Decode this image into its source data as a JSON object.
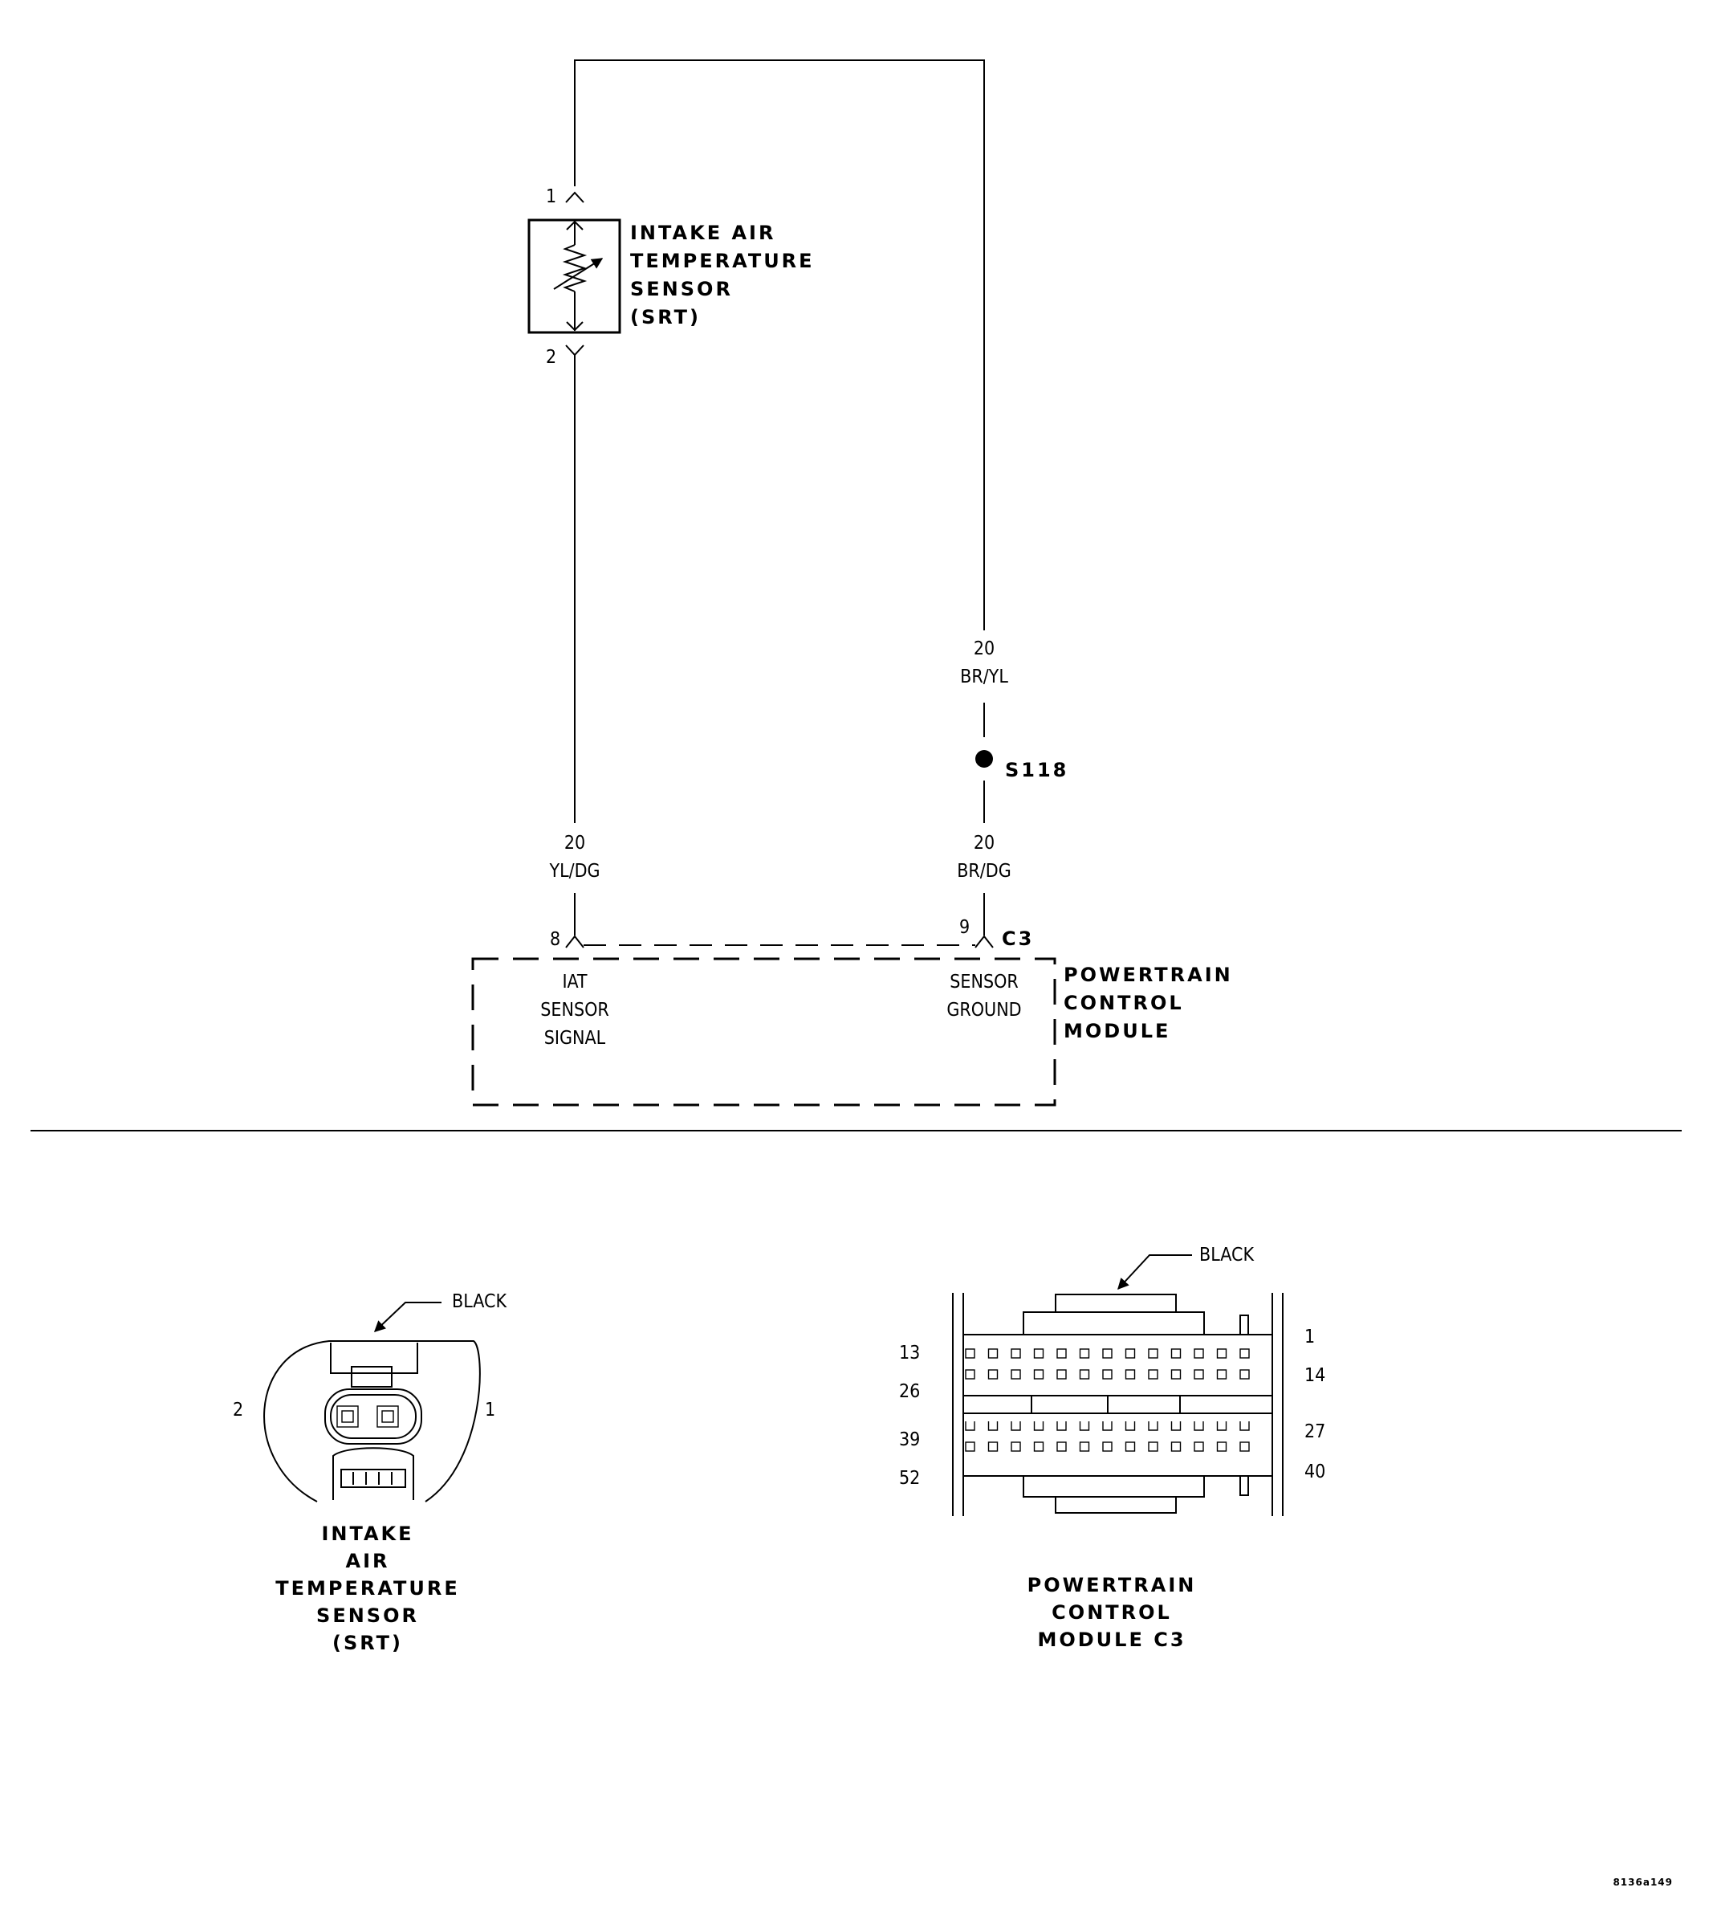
{
  "schematic": {
    "iat_sensor": {
      "title": [
        "INTAKE AIR",
        "TEMPERATURE",
        "SENSOR",
        "(SRT)"
      ],
      "pin_top": "1",
      "pin_bottom": "2"
    },
    "wire_signal": {
      "gauge": "20",
      "color": "YL/DG"
    },
    "wire_ground_upper": {
      "gauge": "20",
      "color": "BR/YL"
    },
    "wire_ground_lower": {
      "gauge": "20",
      "color": "BR/DG"
    },
    "splice": {
      "label": "S118"
    },
    "pcm": {
      "title": [
        "POWERTRAIN",
        "CONTROL",
        "MODULE"
      ],
      "connector": "C3",
      "pin_signal": "8",
      "pin_ground": "9",
      "signal_label": [
        "IAT",
        "SENSOR",
        "SIGNAL"
      ],
      "ground_label": [
        "SENSOR",
        "GROUND"
      ]
    }
  },
  "connector_views": {
    "iat": {
      "color_label": "BLACK",
      "pin_left": "2",
      "pin_right": "1",
      "caption": [
        "INTAKE",
        "AIR",
        "TEMPERATURE",
        "SENSOR",
        "(SRT)"
      ]
    },
    "pcm_c3": {
      "color_label": "BLACK",
      "left_pins": [
        "13",
        "26",
        "39",
        "52"
      ],
      "right_pins": [
        "1",
        "14",
        "27",
        "40"
      ],
      "caption": [
        "POWERTRAIN",
        "CONTROL",
        "MODULE C3"
      ]
    }
  },
  "figure_id": "8136a149"
}
